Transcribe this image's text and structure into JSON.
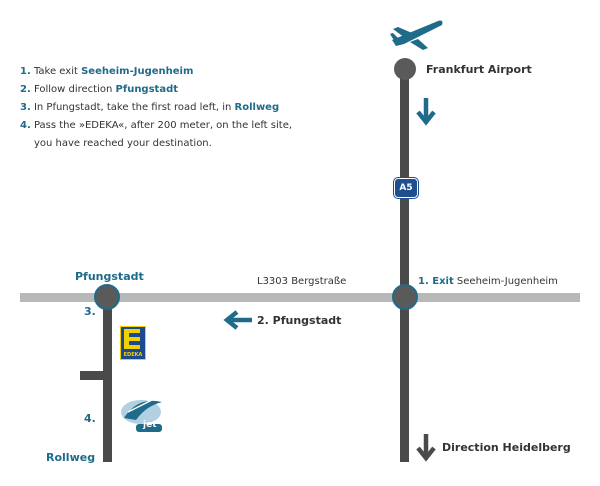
{
  "instructions": [
    {
      "num": "1.",
      "before": "Take exit ",
      "highlight": "Seeheim-Jugenheim",
      "after": ""
    },
    {
      "num": "2.",
      "before": "Follow direction ",
      "highlight": "Pfungstadt",
      "after": ""
    },
    {
      "num": "3.",
      "before": "In Pfungstadt, take the first road left, in ",
      "highlight": "Rollweg",
      "after": ""
    },
    {
      "num": "4.",
      "before": "Pass the »EDEKA«, after 200 meter, on the left site,",
      "highlight": "",
      "after": ""
    },
    {
      "num": "",
      "before": "you have reached your destination.",
      "highlight": "",
      "after": ""
    }
  ],
  "labels": {
    "frankfurt_airport": "Frankfurt Airport",
    "a5": "A5",
    "pfungstadt_top": "Pfungstadt",
    "l3303": "L3303 Bergstraße",
    "exit_num": "1. Exit",
    "exit_name": "Seeheim-Jugenheim",
    "step3": "3.",
    "step2_arrow": "2. Pfungstadt",
    "step4": "4.",
    "rollweg": "Rollweg",
    "direction_heidelberg": "Direction Heidelberg",
    "edeka": "EDEKA",
    "jet": "jet"
  },
  "colors": {
    "road_highway": "#4a4a4a",
    "road_secondary": "#b8b8b8",
    "accent_teal": "#1f6b8a",
    "marker_fill": "#5a5a5a",
    "text_dark": "#333333"
  }
}
